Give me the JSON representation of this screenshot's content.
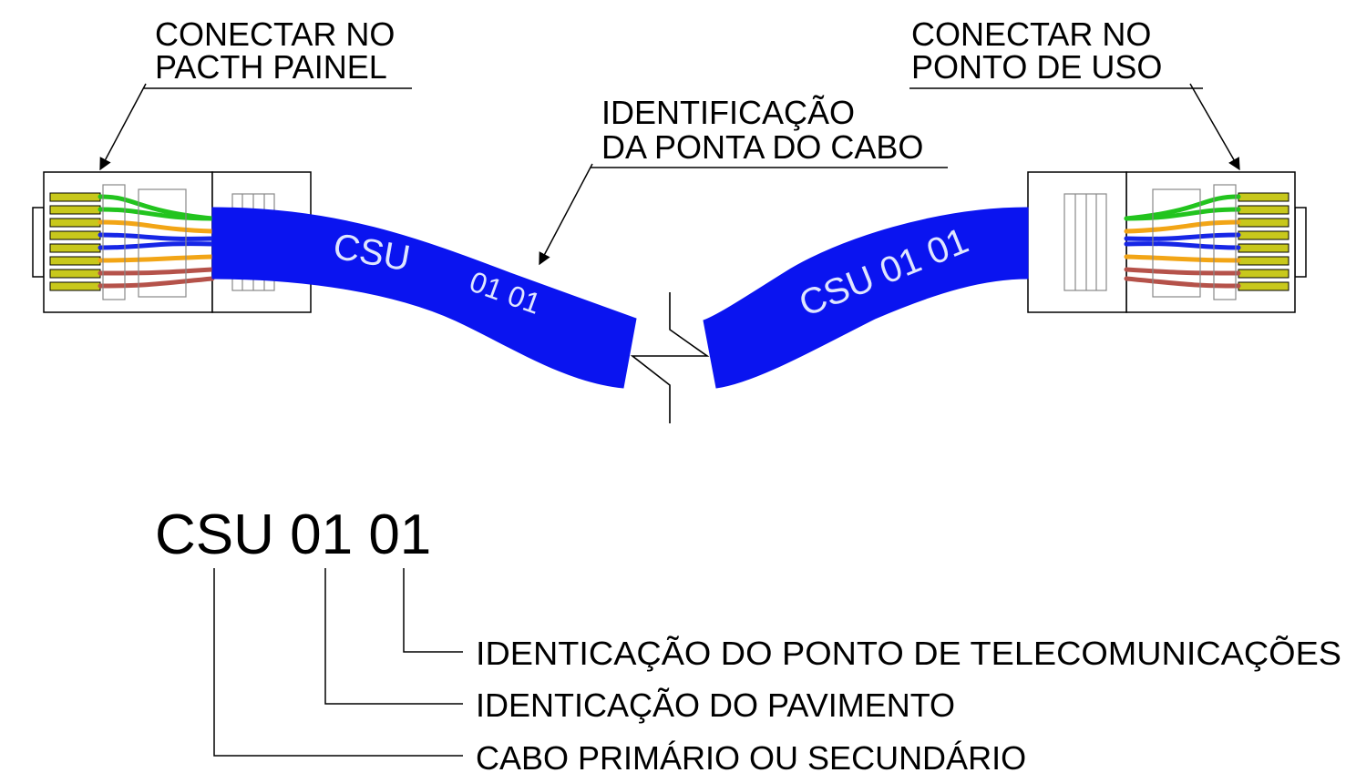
{
  "labels": {
    "left_connector_line1": "CONECTAR NO",
    "left_connector_line2": "PACTH PAINEL",
    "right_connector_line1": "CONECTAR NO",
    "right_connector_line2": "PONTO DE USO",
    "cable_id_line1": "IDENTIFICAÇÃO",
    "cable_id_line2": "DA PONTA DO CABO"
  },
  "cable": {
    "color": "#0a14f0",
    "left_text_a": "CSU",
    "left_text_b": "01 01",
    "right_text": "CSU 01 01"
  },
  "code": {
    "full": "CSU 01 01",
    "legend": [
      "IDENTICAÇÃO DO PONTO DE TELECOMUNICAÇÕES",
      "IDENTICAÇÃO DO PAVIMENTO",
      "CABO PRIMÁRIO OU SECUNDÁRIO"
    ]
  },
  "wire_colors": {
    "green": "#22c41e",
    "orange": "#f2a516",
    "blue": "#1626e6",
    "brown": "#b5524a",
    "pin": "#c8c81c"
  }
}
